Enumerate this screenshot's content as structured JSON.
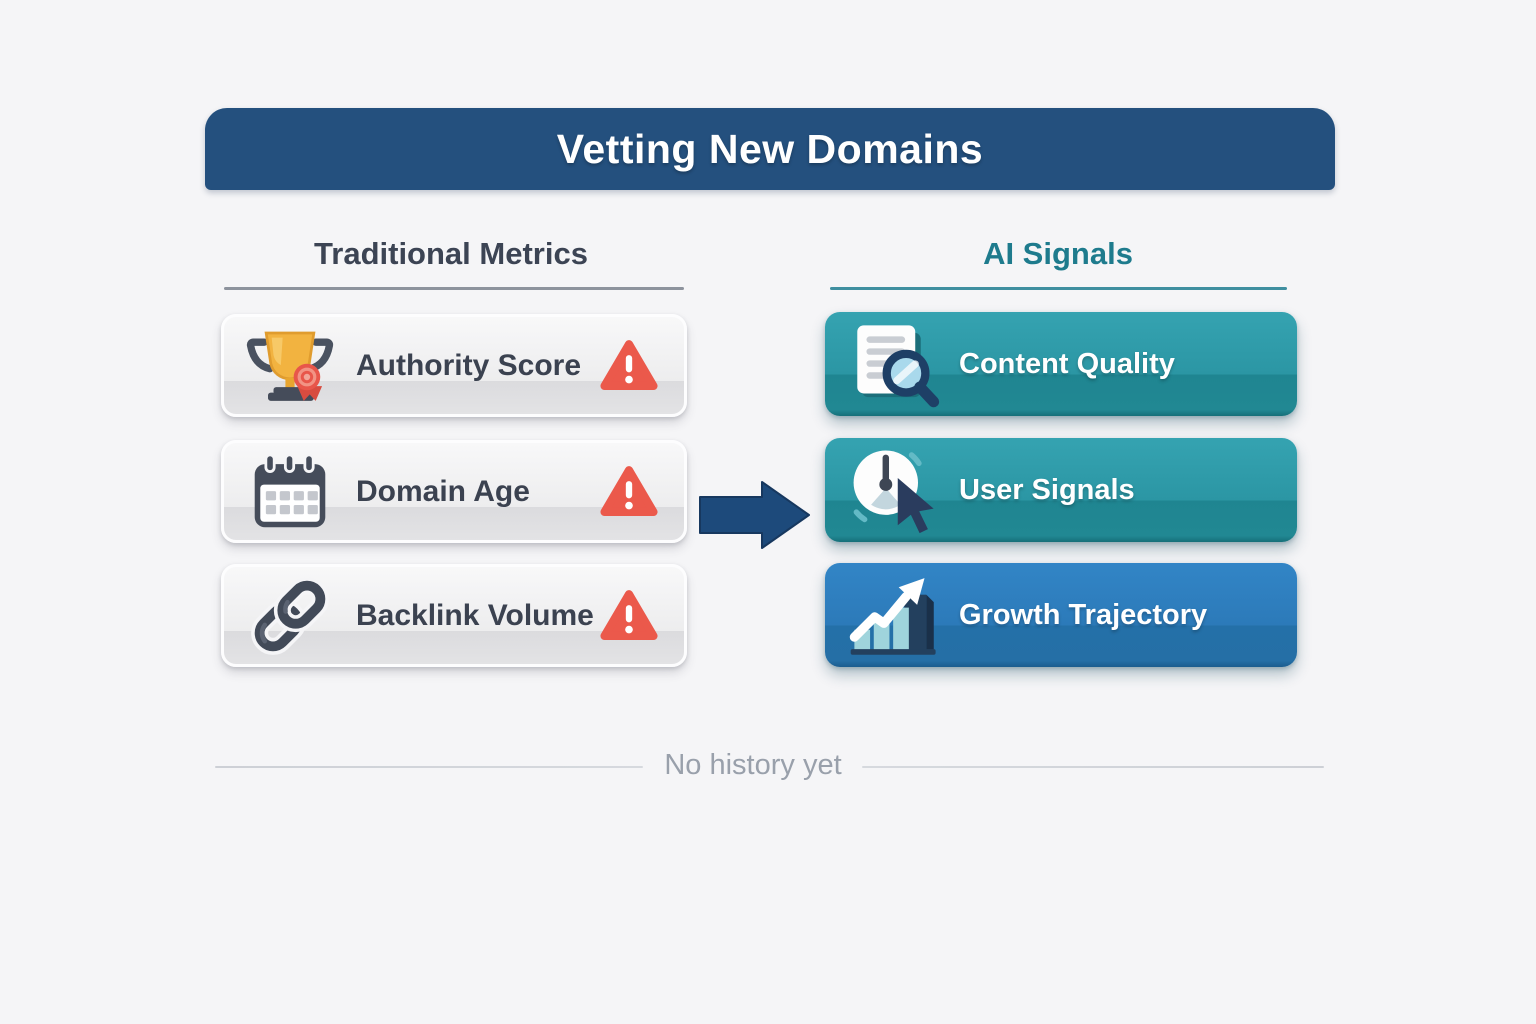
{
  "title": "Vetting New Domains",
  "columns": {
    "traditional": {
      "header": "Traditional Metrics",
      "items": [
        {
          "label": "Authority Score",
          "icon": "trophy-icon",
          "status_icon": "warning-icon"
        },
        {
          "label": "Domain Age",
          "icon": "calendar-icon",
          "status_icon": "warning-icon"
        },
        {
          "label": "Backlink Volume",
          "icon": "chain-link-icon",
          "status_icon": "warning-icon"
        }
      ]
    },
    "ai": {
      "header": "AI Signals",
      "items": [
        {
          "label": "Content Quality",
          "icon": "document-search-icon",
          "accent": "#2b96a4"
        },
        {
          "label": "User Signals",
          "icon": "gauge-cursor-icon",
          "accent": "#2b96a4"
        },
        {
          "label": "Growth Trajectory",
          "icon": "growth-chart-icon",
          "accent": "#2c7ab9"
        }
      ]
    }
  },
  "footer": {
    "note": "No history yet"
  },
  "colors": {
    "background": "#f5f5f7",
    "banner": "#24507e",
    "banner_text": "#ffffff",
    "traditional_header": "#3c4454",
    "ai_header": "#1e7b8d",
    "card_neutral_top": "#f8f8f9",
    "card_neutral_band": "#dbdbde",
    "card_teal": "#2b96a4",
    "card_blue": "#2c7ab9",
    "warning_red": "#eb594b",
    "arrow_navy": "#1d4a7b",
    "trophy_gold": "#f2b340",
    "icon_slate": "#454c5a",
    "footer_text": "#99a0ab"
  }
}
